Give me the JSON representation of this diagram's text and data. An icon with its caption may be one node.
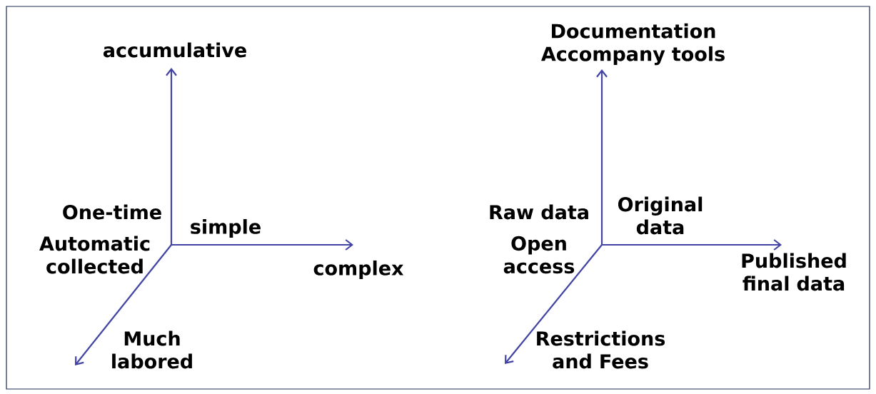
{
  "diagram": {
    "labels": [
      "accumulative",
      "One-time",
      "simple",
      "Automatic collected",
      "complex",
      "Much labored",
      "Documentation Accompany tools",
      "Raw data",
      "Original data",
      "Open access",
      "Published final data",
      "Restrictions and Fees"
    ]
  }
}
